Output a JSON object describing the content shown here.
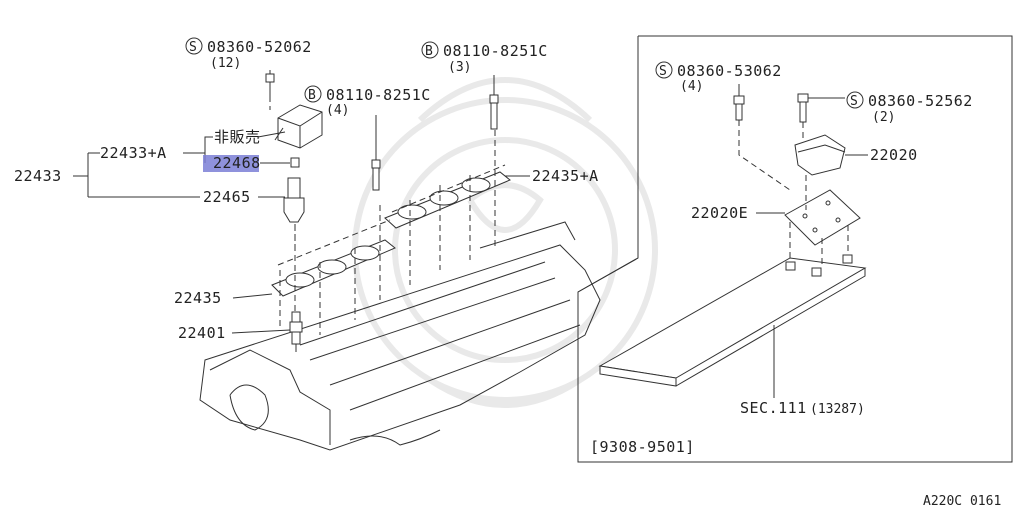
{
  "callouts": {
    "bolt_s1": {
      "symbol": "S",
      "part": "08360-52062",
      "qty": "(12)"
    },
    "bolt_b1": {
      "symbol": "B",
      "part": "08110-8251C",
      "qty": "(3)"
    },
    "bolt_b2": {
      "symbol": "B",
      "part": "08110-8251C",
      "qty": "(4)"
    },
    "bolt_s2": {
      "symbol": "S",
      "part": "08360-53062",
      "qty": "(4)"
    },
    "bolt_s3": {
      "symbol": "S",
      "part": "08360-52562",
      "qty": "(2)"
    }
  },
  "labels": {
    "p22433a": "22433+A",
    "not_for_sale": "非販売",
    "p22468": "22468",
    "p22433": "22433",
    "p22465": "22465",
    "p22435a": "22435+A",
    "p22435": "22435",
    "p22401": "22401",
    "p22020": "22020",
    "p22020e": "22020E",
    "sec": "SEC.111",
    "sec_ref": "(13287)",
    "date_range": "[9308-9501]",
    "figure_code": "A220C 0161"
  }
}
